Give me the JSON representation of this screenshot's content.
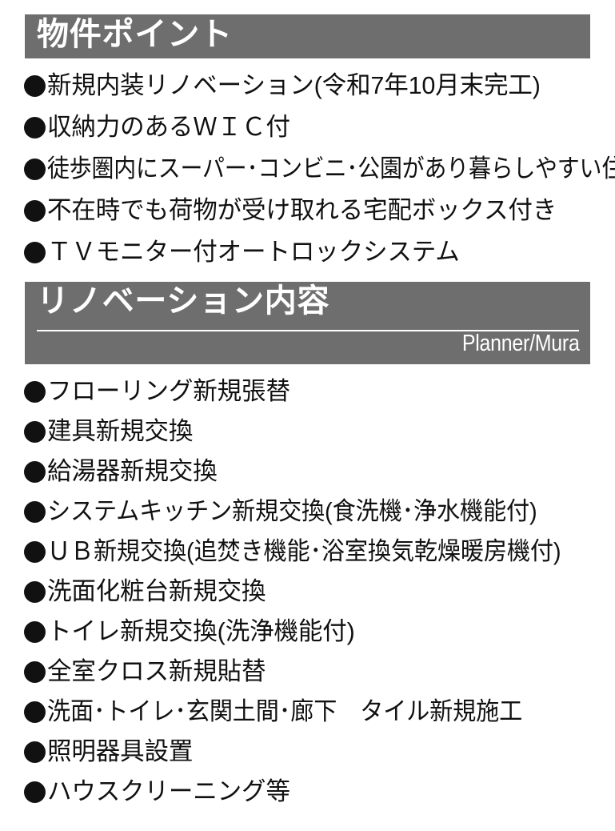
{
  "document": {
    "kind": "real-estate-property-flyer-section",
    "background_color": "#ffffff",
    "accent_color": "#6e6e6e",
    "text_color": "#111111"
  },
  "sections": [
    {
      "id": "property-points",
      "title": "物件ポイント",
      "credit": null,
      "items": [
        "新規内装リノベーション(令和7年10月末完工)",
        "収納力のあるＷＩＣ付",
        "徒歩圏内にスーパー･コンビニ･公園があり暮らしやすい住環境",
        "不在時でも荷物が受け取れる宅配ボックス付き",
        "ＴＶモニター付オートロックシステム"
      ]
    },
    {
      "id": "renovation-contents",
      "title": "リノベーション内容",
      "credit": "Planner/Mura",
      "items": [
        "フローリング新規張替",
        "建具新規交換",
        "給湯器新規交換",
        "システムキッチン新規交換(食洗機･浄水機能付)",
        "ＵＢ新規交換(追焚き機能･浴室換気乾燥暖房機付)",
        "洗面化粧台新規交換",
        "トイレ新規交換(洗浄機能付)",
        "全室クロス新規貼替",
        "洗面･トイレ･玄関土間･廊下　タイル新規施工",
        "照明器具設置",
        "ハウスクリーニング等"
      ]
    }
  ]
}
